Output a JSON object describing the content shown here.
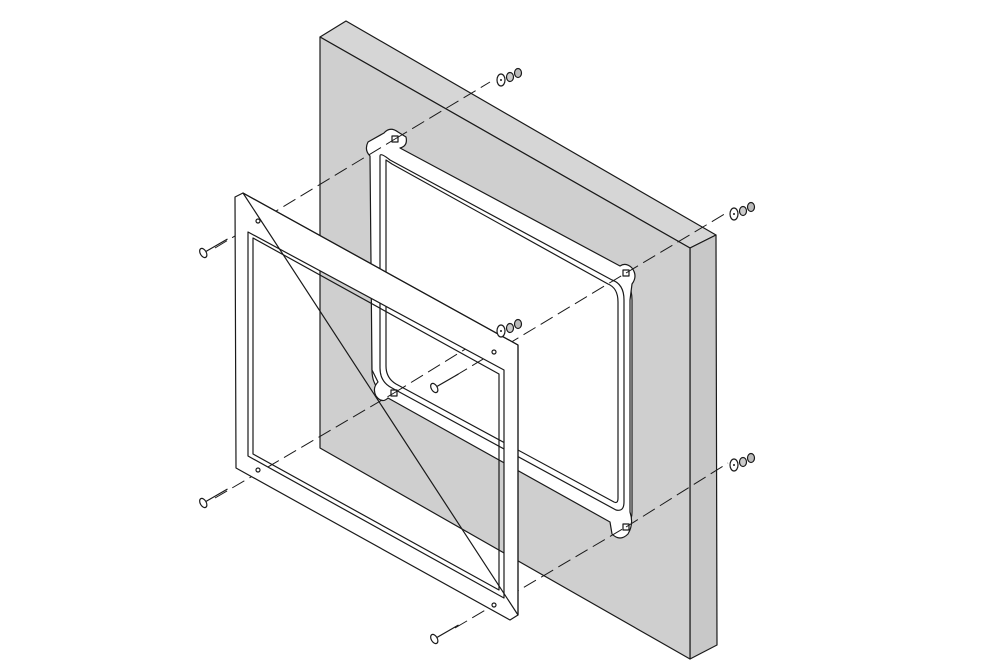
{
  "colors": {
    "panel_face": "#cfcfcf",
    "panel_top": "#d6d6d6",
    "panel_side": "#c8c8c8",
    "line": "#1a1a1a",
    "background": "#ffffff"
  },
  "parts": {
    "screws": 4,
    "washer_sets": 4,
    "items_per_washer_set": 3
  }
}
